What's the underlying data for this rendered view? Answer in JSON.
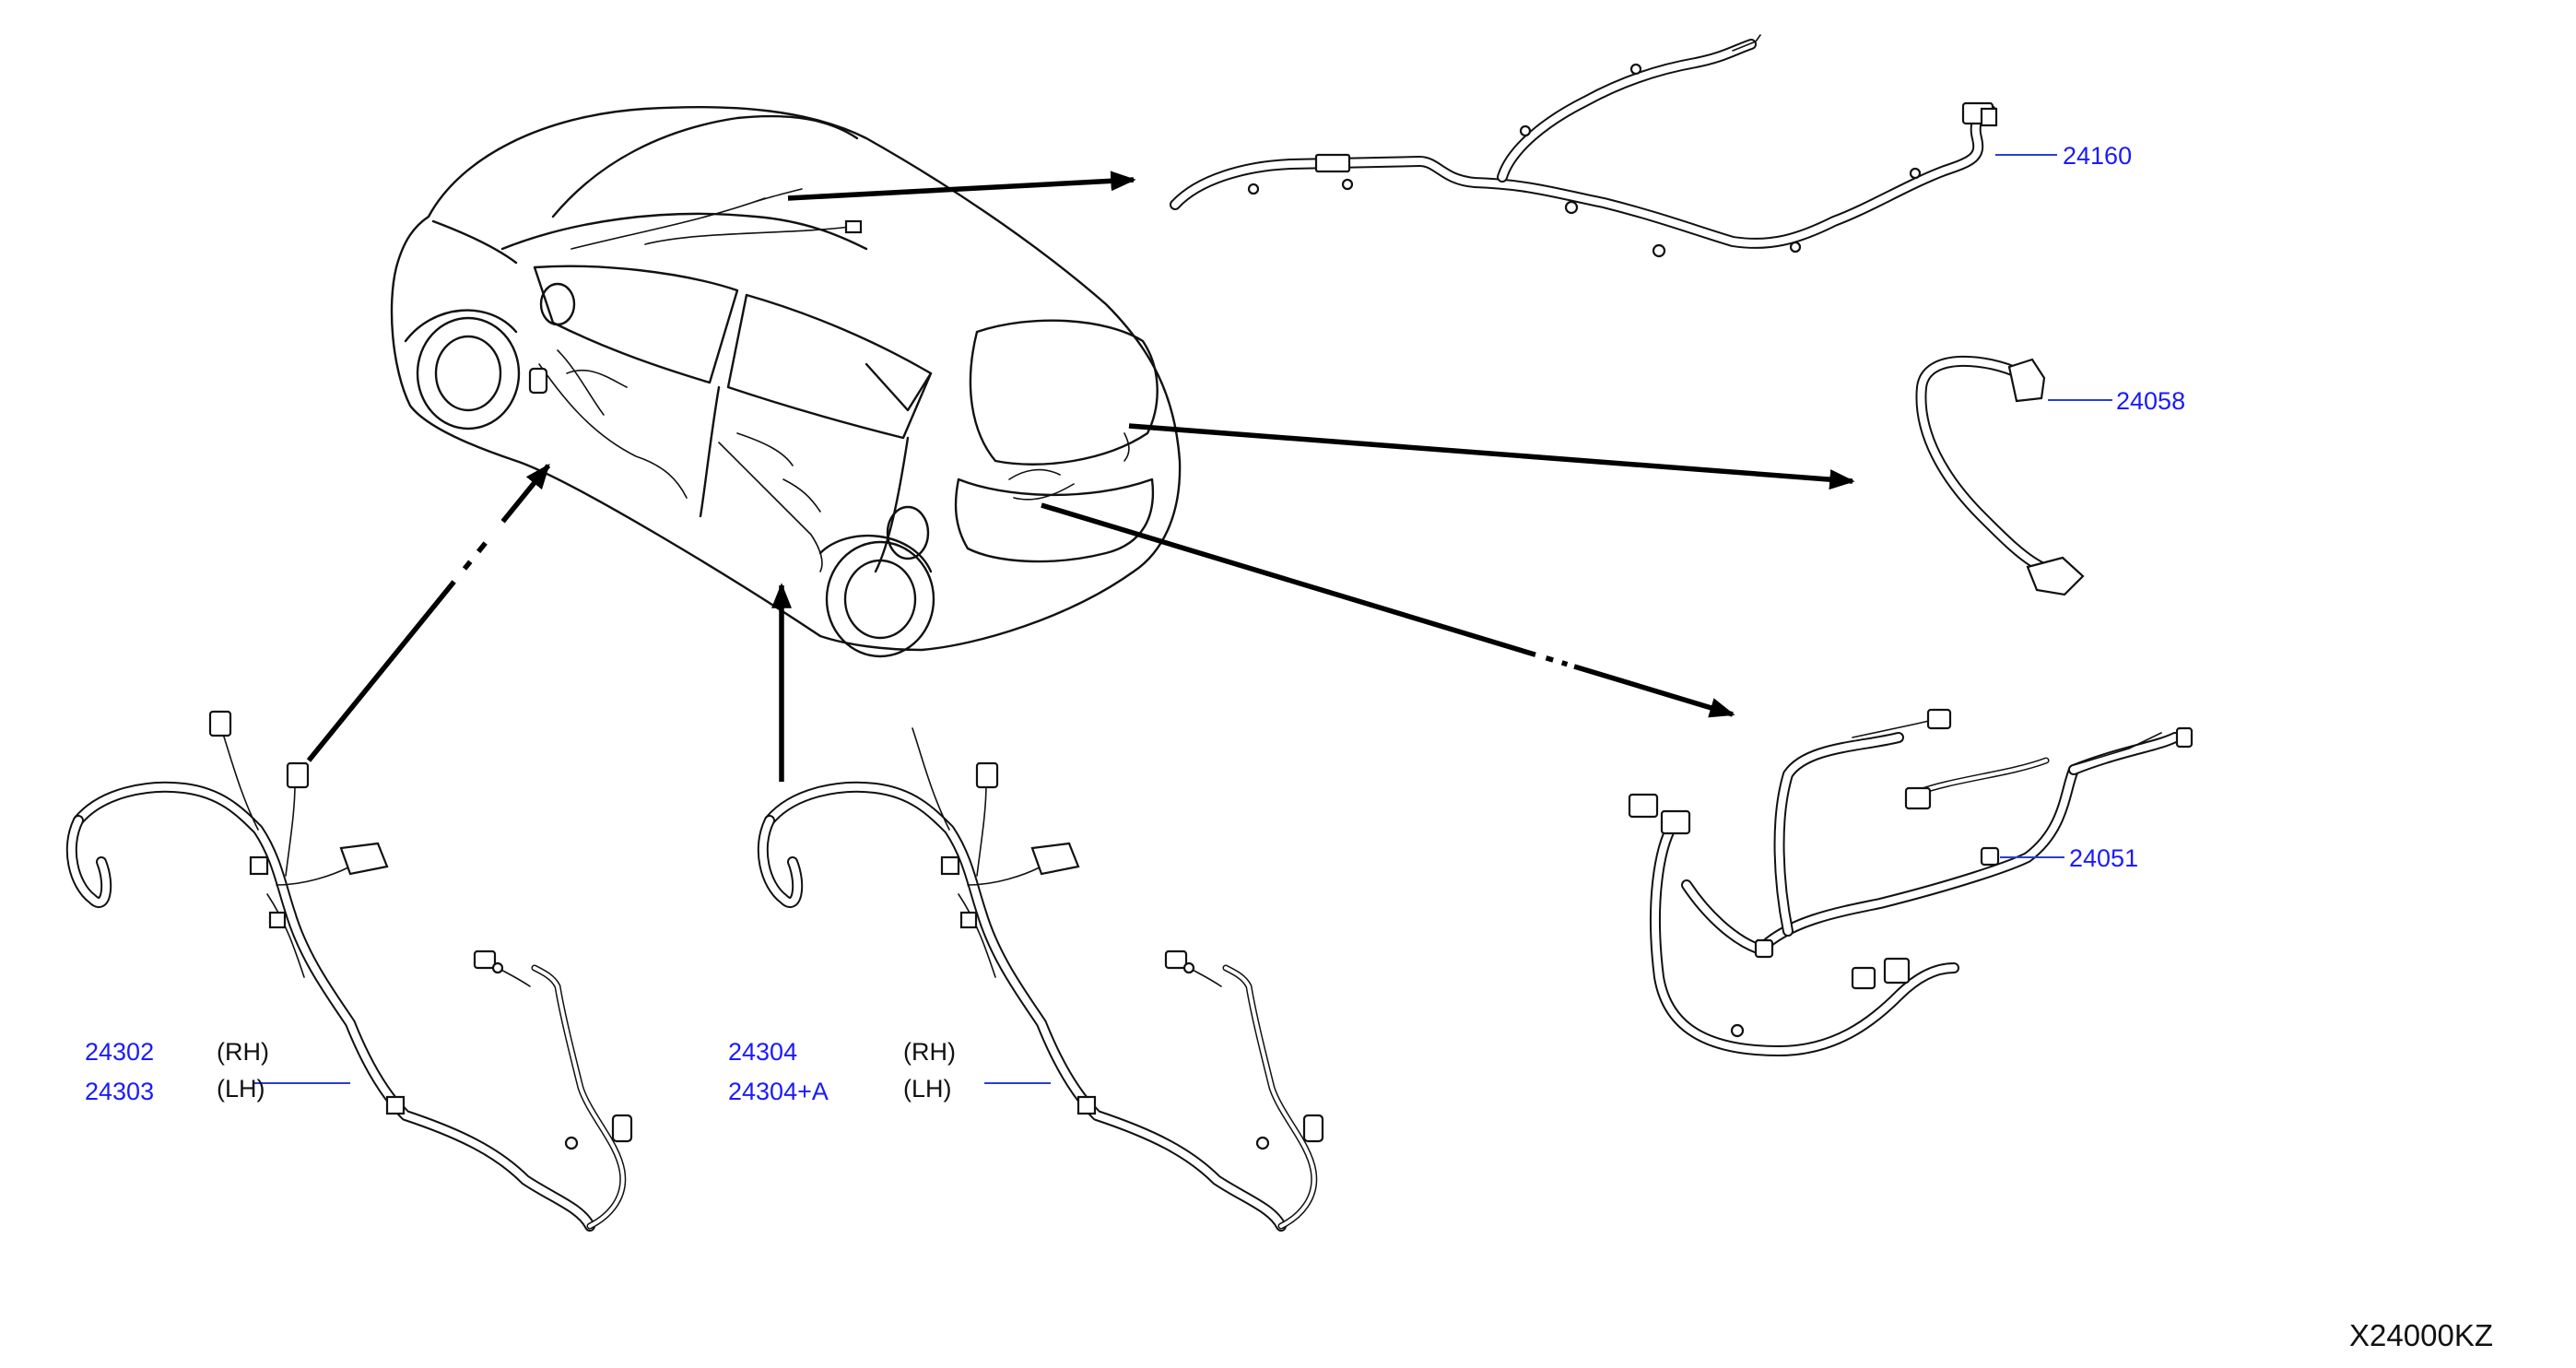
{
  "diagram_code": "X24000KZ",
  "parts": {
    "roof_harness": {
      "number": "24160"
    },
    "back_door_harness": {
      "number": "24058"
    },
    "body_harness": {
      "number": "24051"
    },
    "front_door_harness": {
      "rh_number": "24302",
      "rh_side": "(RH)",
      "lh_number": "24303",
      "lh_side": "(LH)"
    },
    "rear_door_harness": {
      "rh_number": "24304",
      "rh_side": "(RH)",
      "lh_number": "24304+A",
      "lh_side": "(LH)"
    }
  }
}
